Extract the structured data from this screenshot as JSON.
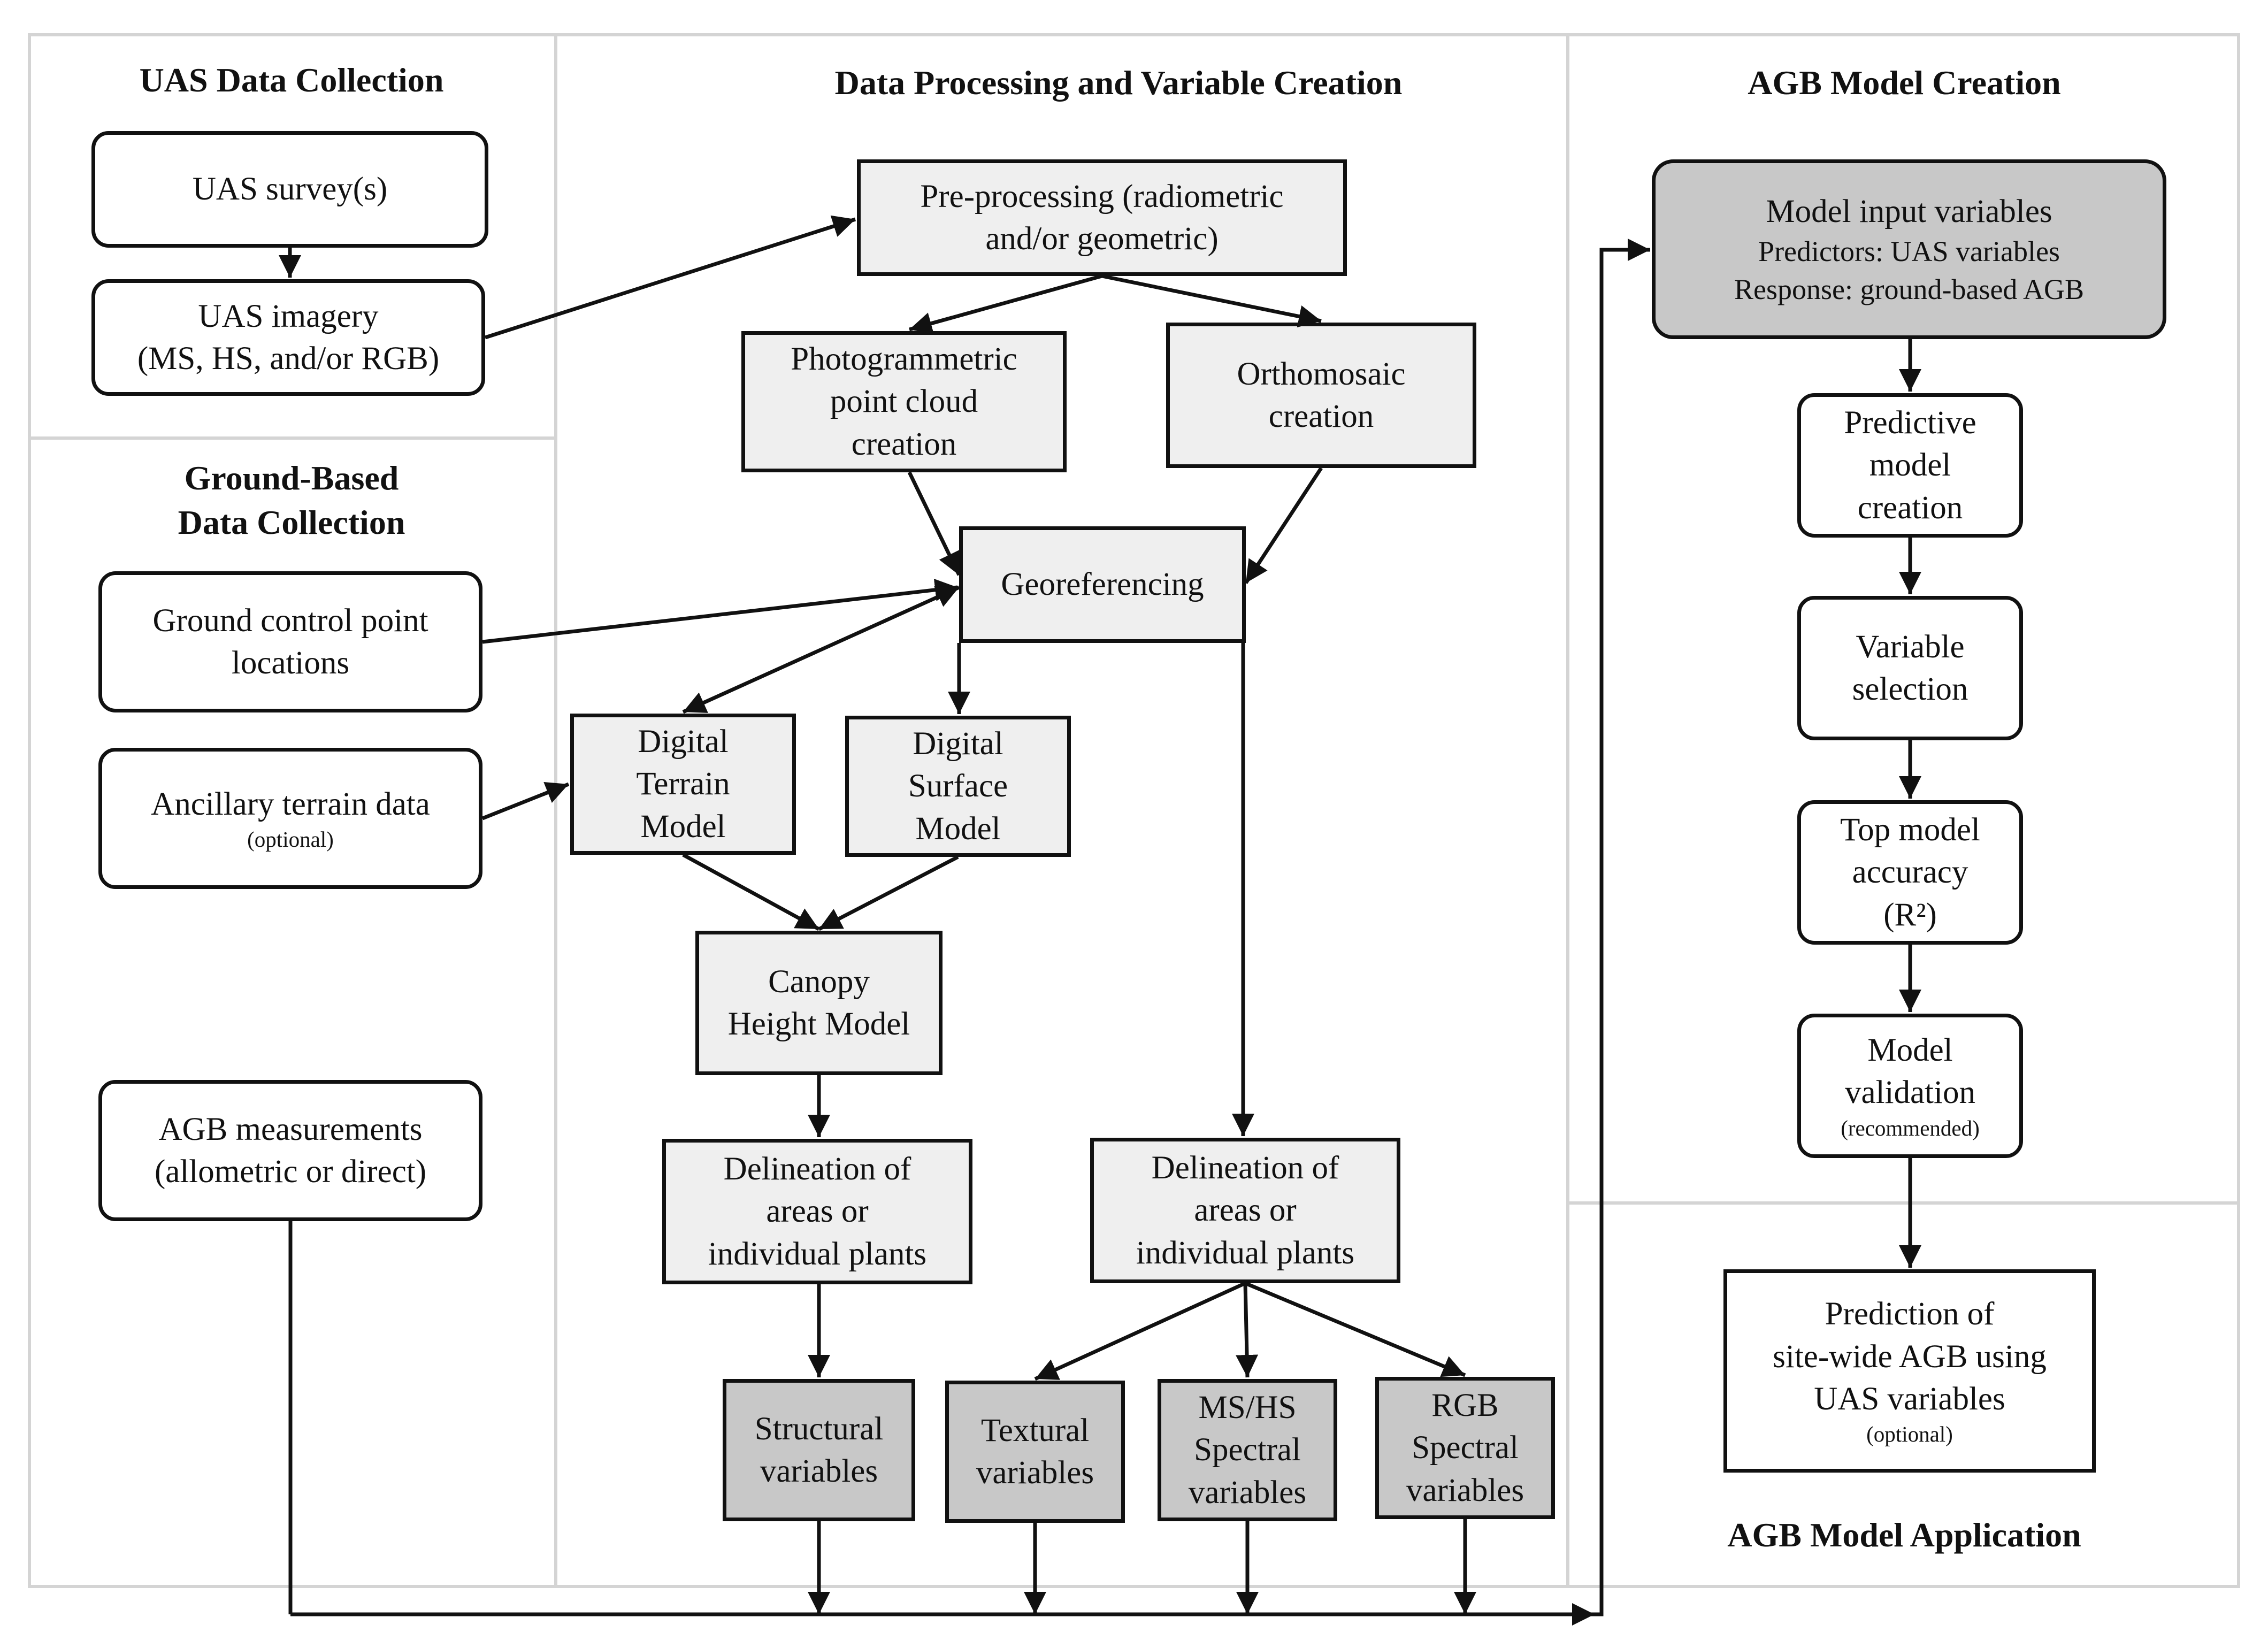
{
  "panels": {
    "uas_title": "UAS Data Collection",
    "ground_title_line1": "Ground-Based",
    "ground_title_line2": "Data Collection",
    "processing_title": "Data Processing and Variable Creation",
    "model_title": "AGB Model Creation",
    "application_title": "AGB Model Application"
  },
  "nodes": {
    "uas_survey": "UAS survey(s)",
    "uas_imagery_line1": "UAS imagery",
    "uas_imagery_line2": "(MS, HS, and/or RGB)",
    "gcp_line1": "Ground control point",
    "gcp_line2": "locations",
    "ancillary_line1": "Ancillary terrain data",
    "ancillary_note": "(optional)",
    "agb_meas_line1": "AGB measurements",
    "agb_meas_line2": "(allometric or direct)",
    "preproc_line1": "Pre-processing (radiometric",
    "preproc_line2": "and/or geometric)",
    "photogram_line1": "Photogrammetric",
    "photogram_line2": "point cloud",
    "photogram_line3": "creation",
    "ortho_line1": "Orthomosaic",
    "ortho_line2": "creation",
    "georef": "Georeferencing",
    "dtm_line1": "Digital",
    "dtm_line2": "Terrain",
    "dtm_line3": "Model",
    "dsm_line1": "Digital",
    "dsm_line2": "Surface",
    "dsm_line3": "Model",
    "chm_line1": "Canopy",
    "chm_line2": "Height Model",
    "delin_left_line1": "Delineation of",
    "delin_left_line2": "areas or",
    "delin_left_line3": "individual plants",
    "delin_right_line1": "Delineation of",
    "delin_right_line2": "areas or",
    "delin_right_line3": "individual plants",
    "structural_line1": "Structural",
    "structural_line2": "variables",
    "textural_line1": "Textural",
    "textural_line2": "variables",
    "mshs_line1": "MS/HS",
    "mshs_line2": "Spectral",
    "mshs_line3": "variables",
    "rgb_line1": "RGB",
    "rgb_line2": "Spectral",
    "rgb_line3": "variables",
    "model_input_line1": "Model input variables",
    "model_input_line2": "Predictors: UAS variables",
    "model_input_line3": "Response: ground-based AGB",
    "predictive_line1": "Predictive",
    "predictive_line2": "model",
    "predictive_line3": "creation",
    "varsel_line1": "Variable",
    "varsel_line2": "selection",
    "topmodel_line1": "Top model",
    "topmodel_line2": "accuracy",
    "topmodel_line3": "(R²)",
    "validation_line1": "Model",
    "validation_line2": "validation",
    "validation_note": "(recommended)",
    "prediction_line1": "Prediction of",
    "prediction_line2": "site-wide AGB using",
    "prediction_line3": "UAS variables",
    "prediction_note": "(optional)"
  },
  "colors": {
    "panel_border": "#d4d4d4",
    "box_border": "#111111",
    "light_fill": "#efefef",
    "dark_fill": "#c8c8c8",
    "arrow": "#111111"
  }
}
